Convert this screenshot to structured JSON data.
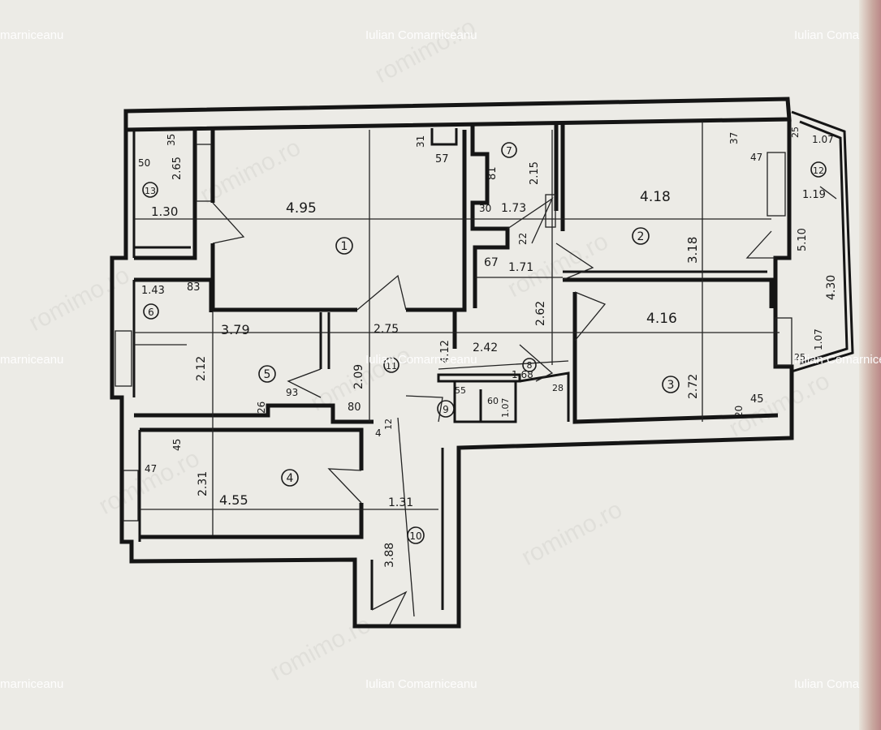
{
  "watermarks": {
    "author_left": "marniceanu",
    "author_center": "Iulian Comarniceanu",
    "author_right": "Iulian Coma",
    "author_mid_left": "marniceanu",
    "author_mid_center": "Iulian Comarniceanu",
    "author_mid_right": "Iulian Comarniceanu",
    "author_bottom_left": "marniceanu",
    "author_bottom_center": "Iulian Comarniceanu",
    "author_bottom_right": "Iulian Coma",
    "site": "romimo.ro"
  },
  "room_numbers": [
    "1",
    "2",
    "3",
    "4",
    "5",
    "6",
    "7",
    "8",
    "9",
    "10",
    "11",
    "12",
    "13"
  ],
  "dimensions": {
    "r13_w": "1.30",
    "r13_h": "2.65",
    "r13_a": "50",
    "r13_b": "35",
    "r1_w": "4.95",
    "r1_a": "31",
    "r1_b": "57",
    "r7_a": "81",
    "r7_b": "2.15",
    "r7_c": "30",
    "r7_d": "1.73",
    "r7_e": "22",
    "hall_a": "67",
    "hall_b": "1.71",
    "hall_c": "2.62",
    "r2_w": "4.18",
    "r2_h": "3.18",
    "r2_a": "37",
    "r2_b": "47",
    "r12_a": "25",
    "r12_b": "1.07",
    "r12_c": "1.19",
    "r12_d": "5.10",
    "r12_e": "4.30",
    "r12_f": "1.07",
    "r12_g": "25",
    "r6_a": "1.43",
    "r6_b": "83",
    "r5_w": "3.79",
    "r5_h": "2.12",
    "r5_a": "26",
    "r5_b": "93",
    "r11_w": "2.75",
    "r11_h": "2.09",
    "r11_a": "80",
    "r11_b": "4.12",
    "r11_c": "2.42",
    "r8_a": "1.68",
    "r8_b": "28",
    "r9_a": "55",
    "r9_b": "60",
    "r9_c": "1.07",
    "r3_w": "4.16",
    "r3_h": "2.72",
    "r3_a": "20",
    "r3_b": "45",
    "r4_w": "4.55",
    "r4_h": "2.31",
    "r4_a": "45",
    "r4_b": "47",
    "r4_c": "4",
    "r4_d": "12",
    "r10_w": "1.31",
    "r10_h": "3.88"
  }
}
